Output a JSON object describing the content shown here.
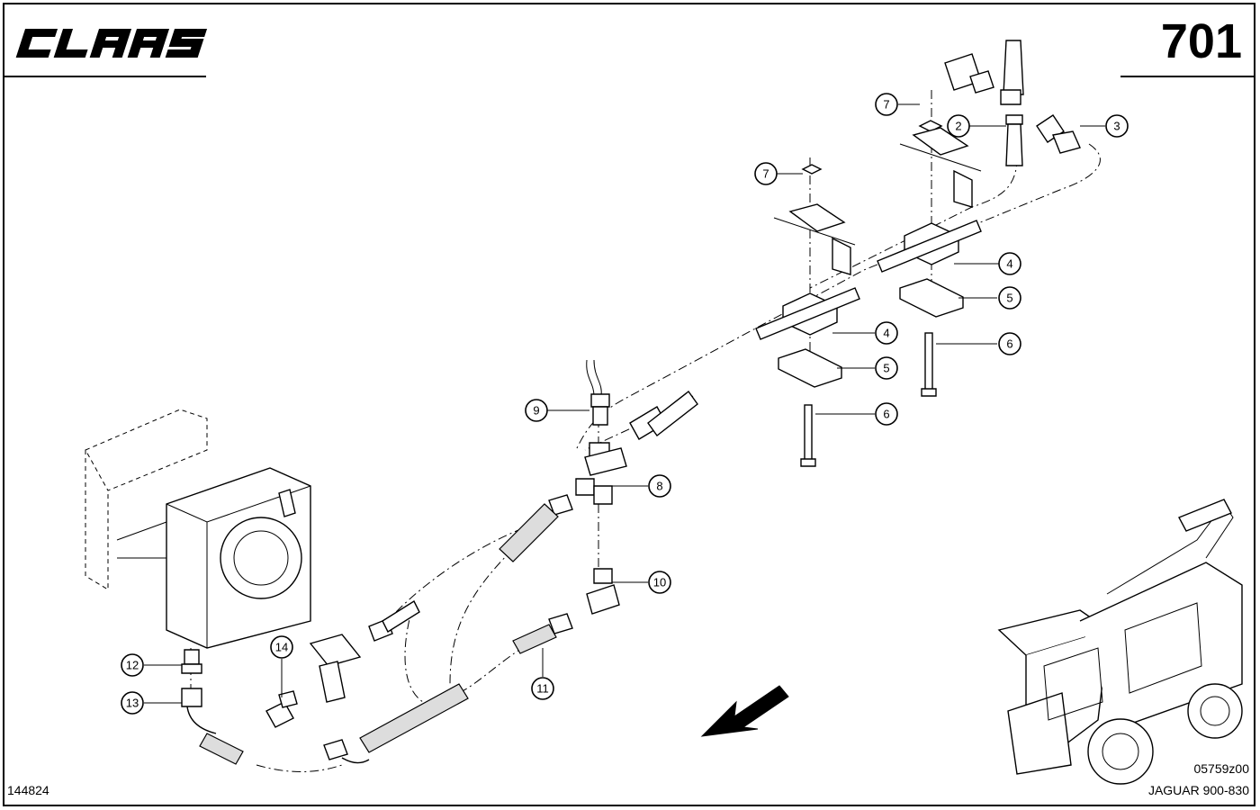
{
  "header": {
    "brand": "CLAAS",
    "page_number": "701"
  },
  "footer": {
    "drawing_id": "144824",
    "ref_code": "05759z00",
    "model": "JAGUAR 900-830"
  },
  "callouts": [
    {
      "id": "c2",
      "label": "2"
    },
    {
      "id": "c3",
      "label": "3"
    },
    {
      "id": "c4a",
      "label": "4"
    },
    {
      "id": "c4b",
      "label": "4"
    },
    {
      "id": "c5a",
      "label": "5"
    },
    {
      "id": "c5b",
      "label": "5"
    },
    {
      "id": "c6a",
      "label": "6"
    },
    {
      "id": "c6b",
      "label": "6"
    },
    {
      "id": "c7a",
      "label": "7"
    },
    {
      "id": "c7b",
      "label": "7"
    },
    {
      "id": "c8",
      "label": "8"
    },
    {
      "id": "c9",
      "label": "9"
    },
    {
      "id": "c10",
      "label": "10"
    },
    {
      "id": "c11",
      "label": "11"
    },
    {
      "id": "c12",
      "label": "12"
    },
    {
      "id": "c13",
      "label": "13"
    },
    {
      "id": "c14",
      "label": "14"
    }
  ],
  "icons": {
    "logo": "claas-logo",
    "direction": "arrow-icon",
    "vehicle": "harvester-icon"
  }
}
